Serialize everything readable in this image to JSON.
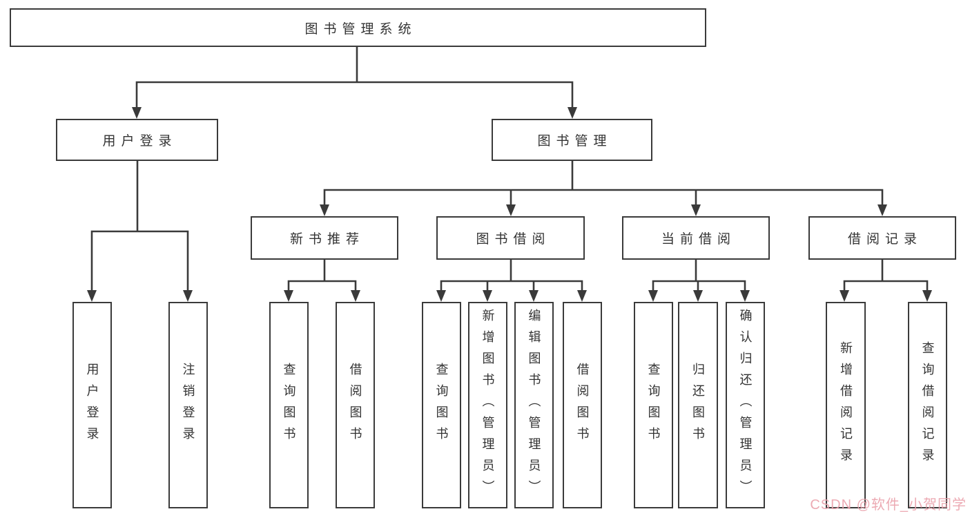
{
  "diagram": {
    "root": {
      "label": "图书管理系统"
    },
    "level1": [
      {
        "label": "用户登录",
        "children": [
          {
            "label": "用户登录"
          },
          {
            "label": "注销登录"
          }
        ]
      },
      {
        "label": "图书管理",
        "children": [
          {
            "label": "新书推荐",
            "children": [
              {
                "label": "查询图书"
              },
              {
                "label": "借阅图书"
              }
            ]
          },
          {
            "label": "图书借阅",
            "children": [
              {
                "label": "查询图书"
              },
              {
                "label": "新增图书（管理员）"
              },
              {
                "label": "编辑图书（管理员）"
              },
              {
                "label": "借阅图书"
              }
            ]
          },
          {
            "label": "当前借阅",
            "children": [
              {
                "label": "查询图书"
              },
              {
                "label": "归还图书"
              },
              {
                "label": "确认归还（管理员）"
              }
            ]
          },
          {
            "label": "借阅记录",
            "children": [
              {
                "label": "新增借阅记录"
              },
              {
                "label": "查询借阅记录"
              }
            ]
          }
        ]
      }
    ]
  },
  "watermark": {
    "text": "CSDN @软件_小贺同学"
  },
  "colors": {
    "line": "#3a3a3a",
    "box-border": "#3a3a3a",
    "box-fill": "#ffffff",
    "text": "#333333",
    "background": "#ffffff",
    "watermark": "#eba3ad"
  }
}
